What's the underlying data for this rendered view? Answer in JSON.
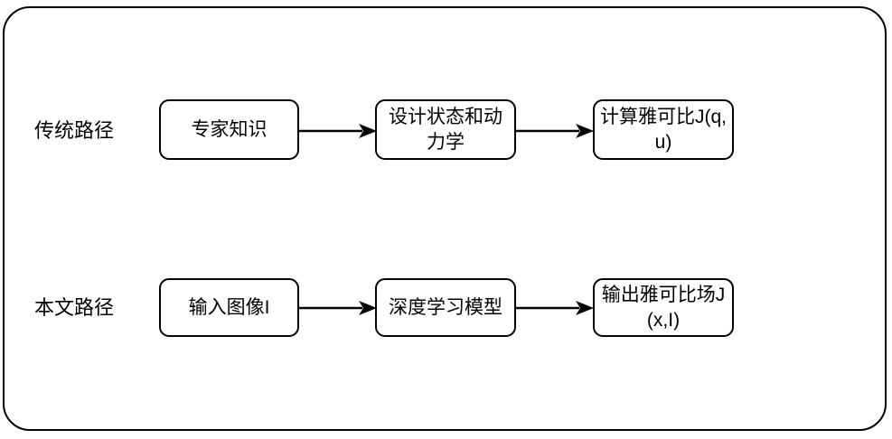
{
  "diagram": {
    "title": "",
    "frame": {
      "border_color": "#000000",
      "background": "#ffffff"
    },
    "rows": [
      {
        "label": "传统路径",
        "nodes": [
          {
            "id": "expert-knowledge",
            "text": "专家知识"
          },
          {
            "id": "design-state-dynamics",
            "text": "设计状态和动力学"
          },
          {
            "id": "compute-jacobian",
            "text": "计算雅可比J(q,u)"
          }
        ],
        "connectors": [
          "arrow-right",
          "arrow-right"
        ]
      },
      {
        "label": "本文路径",
        "nodes": [
          {
            "id": "input-image",
            "text": "输入图像I"
          },
          {
            "id": "deep-learning-model",
            "text": "深度学习模型"
          },
          {
            "id": "output-jacobian-field",
            "text": "输出雅可比场J(x,I)"
          }
        ],
        "connectors": [
          "arrow-right",
          "arrow-right"
        ]
      }
    ]
  }
}
